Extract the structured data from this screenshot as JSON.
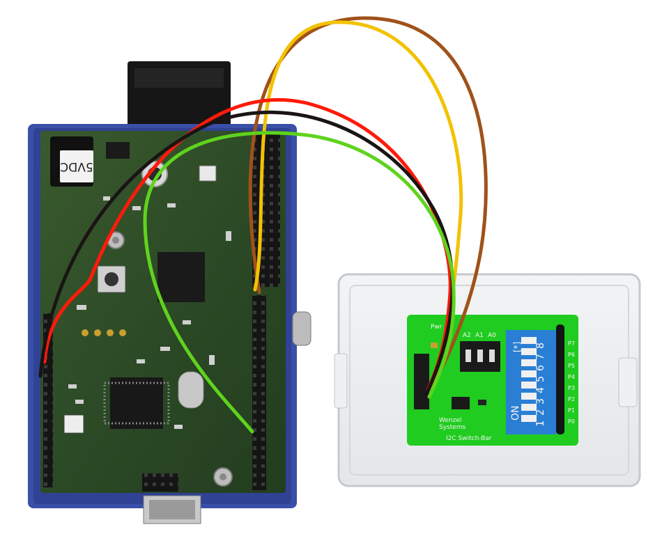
{
  "main_board": {
    "power_jack_label": "5VDC"
  },
  "switch_board": {
    "pwr_label": "Pwr",
    "address_labels": [
      "A2",
      "A1",
      "A0"
    ],
    "dip_on_label": "ON",
    "dip_asterisk_label": "[*]",
    "dip_numbers": [
      "1",
      "2",
      "3",
      "4",
      "5",
      "6",
      "7",
      "8"
    ],
    "port_labels": [
      "P7",
      "P6",
      "P5",
      "P4",
      "P3",
      "P2",
      "P1",
      "P0"
    ],
    "maker_line1": "Wenzel",
    "maker_line2": "Systems",
    "product_label": "I2C Switch-Bar"
  },
  "wire_colors": {
    "red": "#ff1a0a",
    "black": "#1a1414",
    "green": "#5fd31e",
    "yellow": "#f2c200",
    "brown": "#a0521a"
  },
  "board_colors": {
    "main_pcb": "#2c4a26",
    "switch_pcb": "#1fcc1f",
    "enclosure": "#3a4fa8",
    "dip_switch": "#2a7fd4"
  }
}
